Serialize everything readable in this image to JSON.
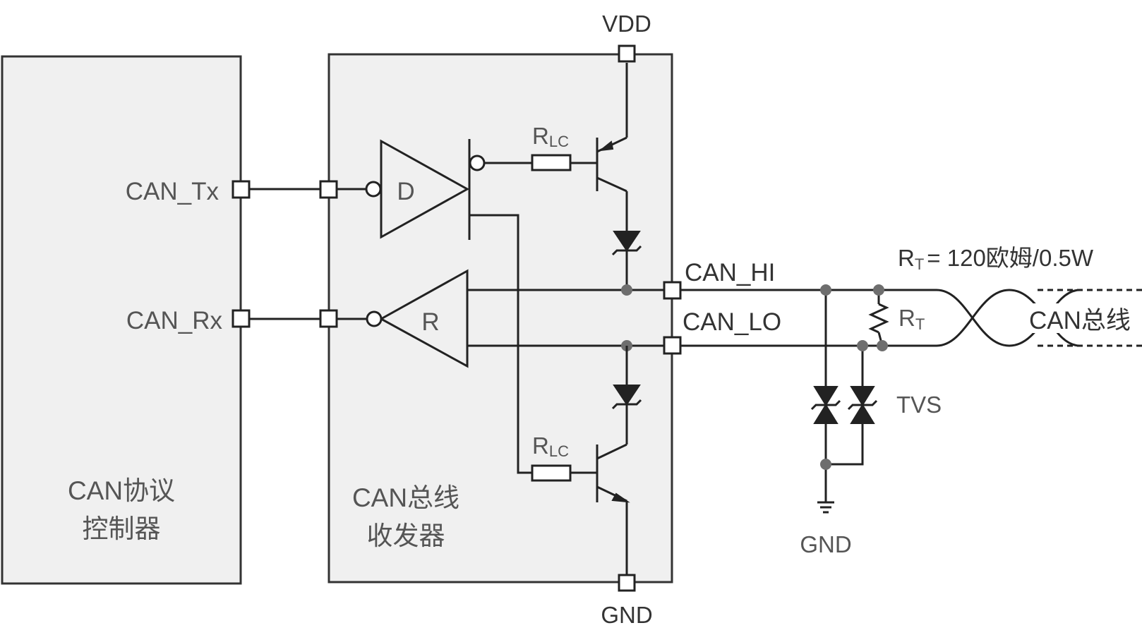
{
  "blocks": {
    "controller_line1": "CAN协议",
    "controller_line2": "控制器",
    "transceiver_line1": "CAN总线",
    "transceiver_line2": "收发器"
  },
  "pins": {
    "tx": "CAN_Tx",
    "rx": "CAN_Rx",
    "vdd": "VDD",
    "gnd_top_block": "GND",
    "can_hi": "CAN_HI",
    "can_lo": "CAN_LO"
  },
  "components": {
    "driver": "D",
    "receiver": "R",
    "rlc_main": "R",
    "rlc_sub": "LC",
    "rt_main": "R",
    "rt_sub": "T",
    "rt_spec": "= 120欧姆/0.5W",
    "tvs": "TVS",
    "gnd_external": "GND"
  },
  "bus": {
    "label": "CAN总线"
  }
}
